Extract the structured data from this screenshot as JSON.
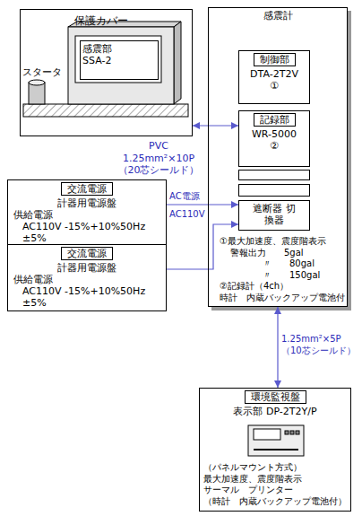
{
  "diagram": {
    "nodes": [
      {
        "text": [
          "保護カバー"
        ]
      },
      {
        "text": [
          "感震部 SSA-2"
        ],
        "in": 0
      },
      {
        "text": [
          "感震計"
        ]
      },
      {
        "text": [
          "制御部",
          "DTA-2T2V",
          "①"
        ],
        "in": 2
      },
      {
        "text": [
          "記録部",
          "WR-5000",
          "②"
        ],
        "in": 2
      },
      {
        "text": [
          "遮断器 切換器"
        ],
        "in": 2
      },
      {
        "text": [
          "交流電源",
          "計器用電源盤",
          "供給電源",
          "AC110V -15%+10%50Hz ±5%"
        ]
      },
      {
        "text": [
          "交流電源",
          "計器用電源盤",
          "供給電源",
          "AC110V -15%+10%50Hz ±5%"
        ]
      },
      {
        "text": [
          "環境監視盤",
          "表示部 DP-2T2Y/P"
        ]
      }
    ],
    "edges": [
      {
        "from": 0,
        "to": 4,
        "arrow": "both",
        "label": "PVC 1.25mm²×10P （20芯シールド）"
      },
      {
        "from": 6,
        "to": 5,
        "arrow": "to",
        "label": "AC電源"
      },
      {
        "from": 7,
        "to": 5,
        "arrow": "to"
      },
      {
        "from": 2,
        "to": 8,
        "arrow": "both",
        "label": "1.25mm²×5P （10芯シールド）"
      }
    ],
    "labels": [
      "スタータ",
      "①最大加速度、震度階表示",
      "警報出力　　5gal",
      "〃　　80gal",
      "〃　　150gal",
      "②記録計（4ch）",
      "時計　内蔵バックアップ電池付",
      "AC110V",
      "（パネルマウント方式）",
      "最大加速度、震度階表示",
      "サーマル　プリンター",
      "（時計　内蔵バックアップ電池付）"
    ]
  }
}
